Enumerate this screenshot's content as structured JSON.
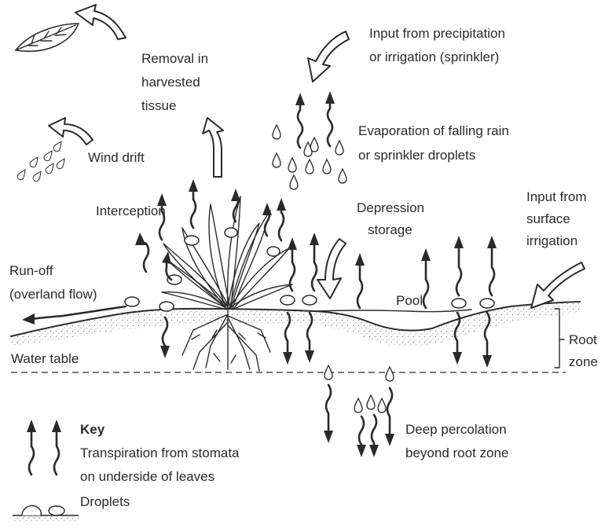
{
  "labels": {
    "precipitation": [
      "Input from precipitation",
      "or irrigation (sprinkler)"
    ],
    "removal": [
      "Removal in",
      "harvested",
      "tissue"
    ],
    "evaporation": [
      "Evaporation of falling rain",
      "or sprinkler droplets"
    ],
    "wind_drift": "Wind drift",
    "interception": "Interception",
    "depression": [
      "Depression",
      "storage"
    ],
    "surface_irrigation": [
      "Input from",
      "surface",
      "irrigation"
    ],
    "runoff": [
      "Run-off",
      "(overland flow)"
    ],
    "pool": "Pool",
    "root_zone": [
      "Root",
      "zone"
    ],
    "water_table": "Water table",
    "deep_percolation": [
      "Deep percolation",
      "beyond root zone"
    ]
  },
  "key": {
    "title": "Key",
    "transpiration": [
      "Transpiration from stomata",
      "on underside of leaves"
    ],
    "droplets": "Droplets"
  }
}
